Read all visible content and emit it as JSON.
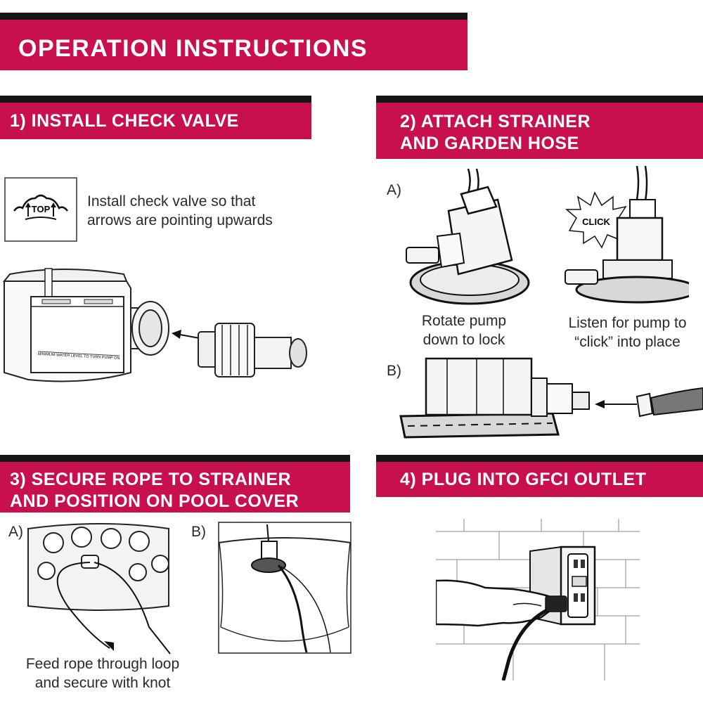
{
  "header": {
    "title": "OPERATION INSTRUCTIONS"
  },
  "colors": {
    "accent": "#c8104e",
    "bar": "#161616"
  },
  "step1": {
    "title": "1) INSTALL CHECK VALVE",
    "instruction": [
      "Install check valve so that",
      "arrows are pointing upwards"
    ],
    "icon_text": "TOP",
    "pump_label": "MINIMUM WATER LEVEL TO TURN PUMP ON"
  },
  "step2": {
    "title": [
      "2) ATTACH STRAINER",
      "AND GARDEN HOSE"
    ],
    "label_a": "A)",
    "label_b": "B)",
    "click_text": "CLICK",
    "caption_rotate": [
      "Rotate pump",
      "down to lock"
    ],
    "caption_click": [
      "Listen for pump to",
      "“click” into place"
    ]
  },
  "step3": {
    "title": [
      "3) SECURE ROPE TO STRAINER",
      "AND POSITION ON POOL COVER"
    ],
    "label_a": "A)",
    "label_b": "B)",
    "caption": [
      "Feed rope through loop",
      "and secure with knot"
    ]
  },
  "step4": {
    "title": "4) PLUG INTO GFCI OUTLET"
  }
}
